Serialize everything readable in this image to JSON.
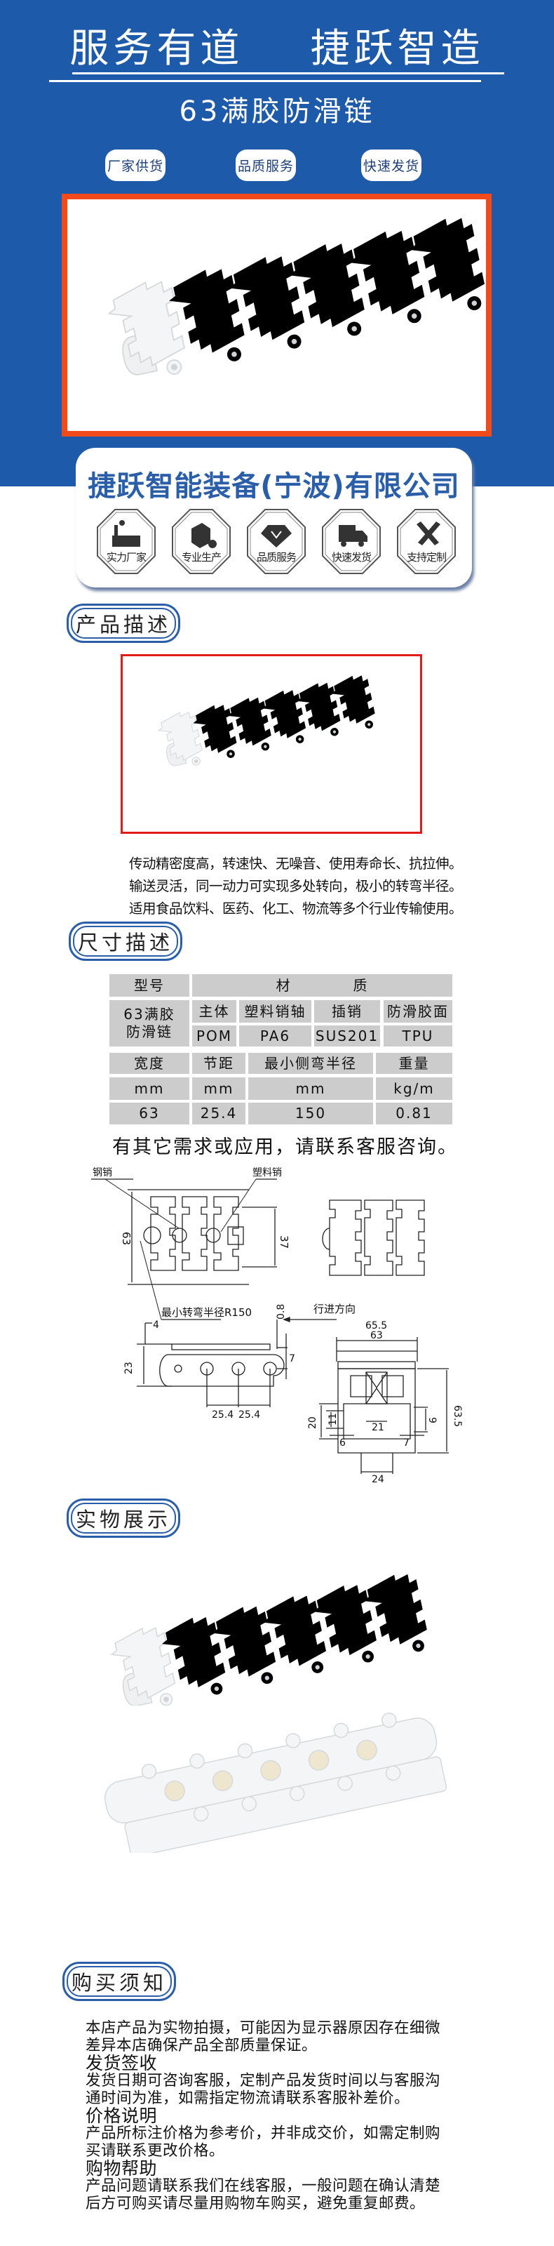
{
  "header": {
    "slogan": "服务有道    捷跃智造",
    "product_title": "63满胶防滑链",
    "badges": [
      "厂家供货",
      "品质服务",
      "快速发货"
    ]
  },
  "company": {
    "name": "捷跃智能装备(宁波)有限公司",
    "features": [
      {
        "label": "实力厂家",
        "icon": "factory-icon"
      },
      {
        "label": "专业生产",
        "icon": "box-gear-icon"
      },
      {
        "label": "品质服务",
        "icon": "diamond-icon"
      },
      {
        "label": "快速发货",
        "icon": "truck-icon"
      },
      {
        "label": "支持定制",
        "icon": "pencil-ruler-icon"
      }
    ]
  },
  "sections": {
    "description": "产品描述",
    "dimensions": "尺寸描述",
    "showcase": "实物展示",
    "notice": "购买须知"
  },
  "description_lines": [
    "传动精密度高，转速快、无噪音、使用寿命长、抗拉伸。",
    "输送灵活，同一动力可实现多处转向，极小的转弯半径。",
    "适用食品饮料、医药、化工、物流等多个行业传输使用。"
  ],
  "spec_table": {
    "model_header": "型号",
    "material_header": "材　　　　质",
    "model": "63满胶\n防滑链",
    "material_parts": [
      "主体",
      "塑料销轴",
      "插销",
      "防滑胶面"
    ],
    "material_values": [
      "POM",
      "PA6",
      "SUS201",
      "TPU"
    ],
    "dim_headers": [
      "宽度",
      "节距",
      "最小侧弯半径",
      "重量"
    ],
    "dim_units": [
      "mm",
      "mm",
      "mm",
      "kg/m"
    ],
    "dim_values": [
      "63",
      "25.4",
      "150",
      "0.81"
    ]
  },
  "contact_note": "有其它需求或应用，请联系客服咨询。",
  "drawing": {
    "steel_pin": "钢销",
    "plastic_pin": "塑料销",
    "min_radius": "最小转弯半径R150",
    "direction": "行进方向",
    "dims": {
      "width": "63",
      "inner": "37",
      "outer_width": "65.5",
      "inner_width": "63",
      "d4": "4",
      "d08": "0.8",
      "d23": "23",
      "d7": "7",
      "pitch1": "25.4",
      "pitch2": "25.4",
      "d20": "20",
      "d11": "11",
      "d21": "21",
      "d9": "9",
      "d635": "63.5",
      "d6": "6",
      "d7b": "7",
      "d24": "24"
    }
  },
  "notice": {
    "intro": [
      "本店产品为实物拍摄，可能因为显示器原因存在细微",
      "差异本店确保产品全部质量保证。"
    ],
    "shipping_title": "发货签收",
    "shipping": [
      "发货日期可咨询客服，定制产品发货时间以与客服沟",
      "通时间为准，如需指定物流请联系客服补差价。"
    ],
    "price_title": "价格说明",
    "price": [
      "产品所标注价格为参考价，并非成交价，如需定制购",
      "买请联系更改价格。"
    ],
    "help_title": "购物帮助",
    "help": [
      "产品问题请联系我们在线客服，一般问题在确认清楚",
      "后方可购买请尽量用购物车购买，避免重复邮费。"
    ]
  },
  "colors": {
    "brand_blue": "#1d5aa9",
    "frame_orange": "#f24b1b",
    "frame_red": "#e31b1b",
    "cell_gray": "#cccccc"
  }
}
